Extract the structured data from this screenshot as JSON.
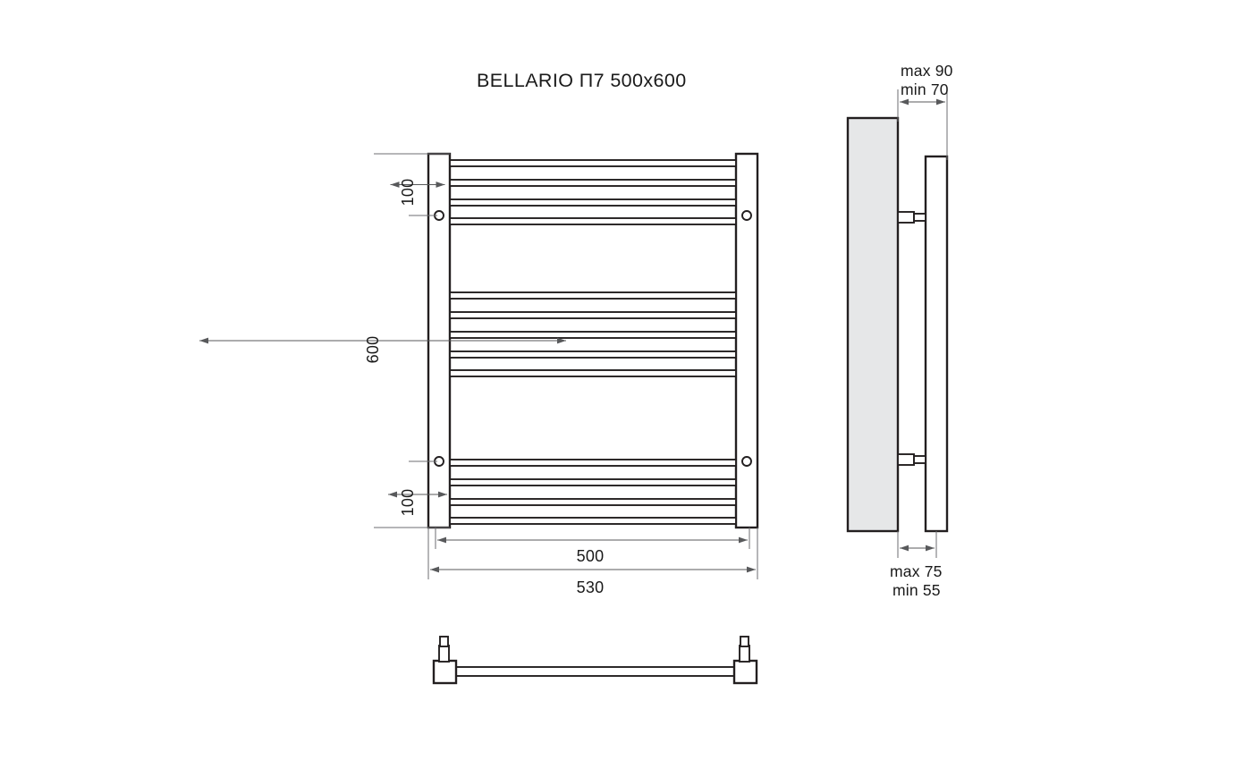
{
  "title": "BELLARIO П7 500x600",
  "drawing": {
    "product_name": "BELLARIO П7 500x600",
    "front_view": {
      "dimensions": {
        "top_offset": "100",
        "total_height": "600",
        "bottom_offset": "100",
        "inner_width": "500",
        "outer_width": "530"
      },
      "rail_groups": {
        "top_count": 4,
        "middle_count": 5,
        "bottom_count": 4
      },
      "mount_points": 4
    },
    "side_view": {
      "top_dimension_max": "max 90",
      "top_dimension_min": "min 70",
      "bottom_dimension_max": "max 75",
      "bottom_dimension_min": "min 55"
    },
    "plan_view": {
      "description": "bottom plan view"
    },
    "colors": {
      "line": "#231f20",
      "dimension": "#58595b",
      "wall_fill": "#e6e7e8",
      "background": "#ffffff"
    }
  }
}
